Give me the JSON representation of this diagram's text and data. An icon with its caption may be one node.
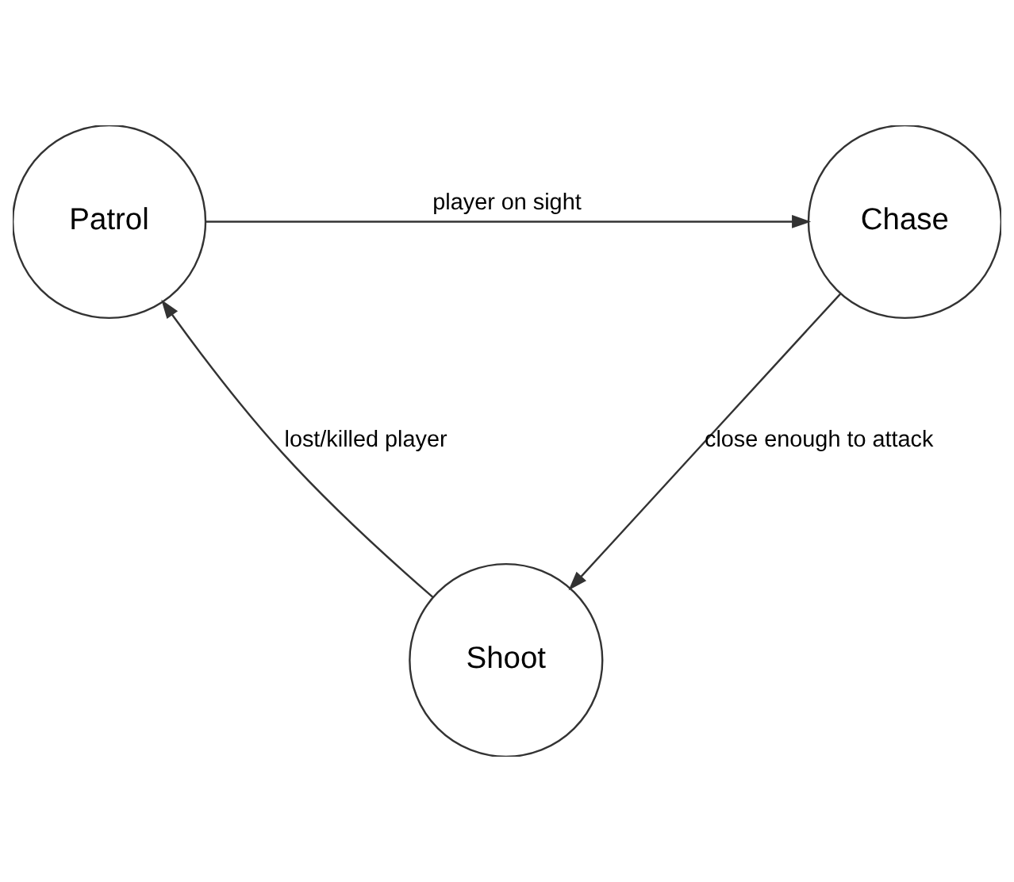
{
  "diagram": {
    "nodes": [
      {
        "text": [
          "Patrol"
        ]
      },
      {
        "text": [
          "Chase"
        ]
      },
      {
        "text": [
          "Shoot"
        ]
      }
    ],
    "edges": [
      {
        "from": 0,
        "to": 1,
        "arrow": "to",
        "label": "player on sight"
      },
      {
        "from": 1,
        "to": 2,
        "arrow": "to",
        "label": "close enough to attack"
      },
      {
        "from": 2,
        "to": 0,
        "arrow": "to",
        "label": "lost/killed player"
      }
    ]
  }
}
